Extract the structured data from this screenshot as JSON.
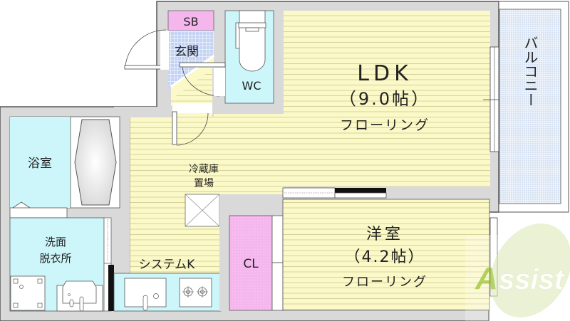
{
  "rooms": {
    "ldk": {
      "name": "LDK",
      "size": "（9.0帖）",
      "floor": "フローリング"
    },
    "western": {
      "name": "洋室",
      "size": "（4.2帖）",
      "floor": "フローリング"
    },
    "bath": {
      "name": "浴室"
    },
    "washroom": {
      "line1": "洗面",
      "line2": "脱衣所"
    },
    "kitchen": {
      "name": "システムK"
    },
    "fridge": {
      "line1": "冷蔵庫",
      "line2": "置場"
    },
    "closet": {
      "name": "CL"
    },
    "toilet": {
      "name": "WC"
    },
    "storage": {
      "name": "SB"
    },
    "entrance": {
      "name": "玄関"
    },
    "balcony": {
      "name": "バルコニー"
    }
  },
  "watermark": {
    "text": "Assist",
    "first_letter": "A",
    "rest": "ssist"
  },
  "colors": {
    "wall": "#d9d9d9",
    "wall_line": "#555555",
    "flooring": "#fbf9c8",
    "flooring_line": "#d8d49c",
    "wet_area": "#cdf6fb",
    "closet": "#f7b8f0",
    "entrance_tile": "#c8d6f5",
    "balcony": "#dbe6f4",
    "watermark_green": "#9dc43a",
    "watermark_red": "#e05a4a"
  }
}
